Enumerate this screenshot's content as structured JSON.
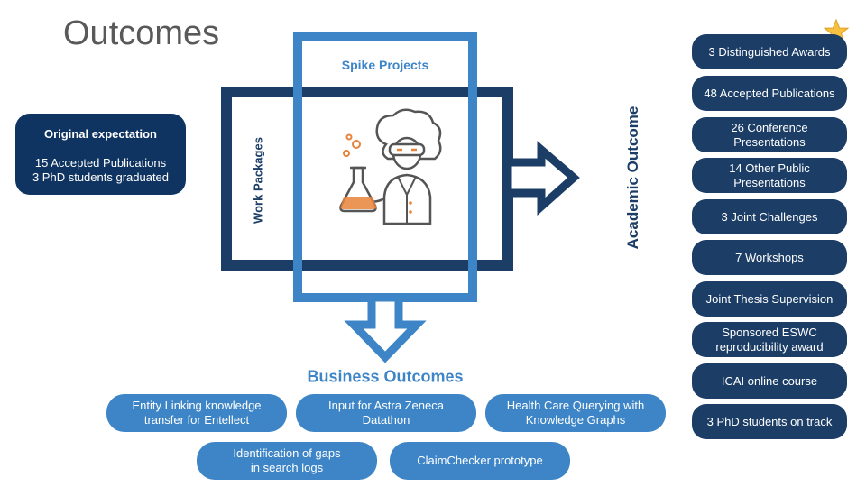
{
  "title": "Outcomes",
  "original_expectation": {
    "heading": "Original expectation",
    "lines": [
      "15 Accepted Publications",
      "3 PhD students graduated"
    ]
  },
  "diagram": {
    "work_packages_label": "Work Packages",
    "spike_projects_label": "Spike Projects",
    "academic_outcome_label": "Academic Outcome",
    "business_outcomes_label": "Business Outcomes",
    "center_icon": "scientist-icon"
  },
  "academic_outcomes": [
    "3 Distinguished Awards",
    "48 Accepted Publications",
    "26 Conference\nPresentations",
    "14 Other Public\nPresentations",
    "3 Joint Challenges",
    "7 Workshops",
    "Joint Thesis Supervision",
    "Sponsored ESWC\nreproducibility award",
    "ICAI online course",
    "3 PhD students on track"
  ],
  "business_outcomes": [
    "Entity Linking knowledge\ntransfer for Entellect",
    "Input for Astra Zeneca\nDatathon",
    "Health Care Querying with\nKnowledge Graphs",
    "Identification of gaps\nin search logs",
    "ClaimChecker prototype"
  ],
  "colors": {
    "dark_navy": "#1b3d66",
    "accent_blue": "#3d85c6",
    "star": "#f6c142",
    "orange": "#e8833a"
  },
  "icons": {
    "award_marker": "star-icon"
  }
}
